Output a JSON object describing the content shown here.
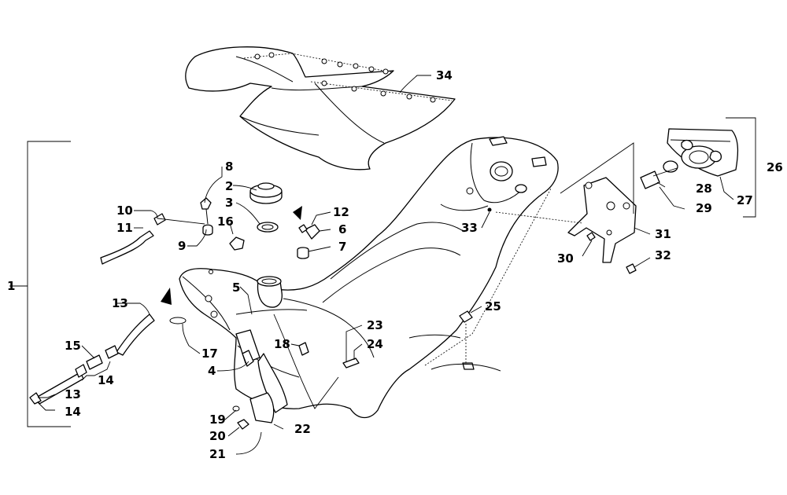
{
  "callouts": [
    {
      "id": "c1",
      "label": "1"
    },
    {
      "id": "c2",
      "label": "2"
    },
    {
      "id": "c3",
      "label": "3"
    },
    {
      "id": "c4",
      "label": "4"
    },
    {
      "id": "c5",
      "label": "5"
    },
    {
      "id": "c6",
      "label": "6"
    },
    {
      "id": "c7",
      "label": "7"
    },
    {
      "id": "c8",
      "label": "8"
    },
    {
      "id": "c9",
      "label": "9"
    },
    {
      "id": "c10",
      "label": "10"
    },
    {
      "id": "c11",
      "label": "11"
    },
    {
      "id": "c12",
      "label": "12"
    },
    {
      "id": "c13a",
      "label": "13"
    },
    {
      "id": "c13b",
      "label": "13"
    },
    {
      "id": "c14a",
      "label": "14"
    },
    {
      "id": "c14b",
      "label": "14"
    },
    {
      "id": "c15",
      "label": "15"
    },
    {
      "id": "c16",
      "label": "16"
    },
    {
      "id": "c17",
      "label": "17"
    },
    {
      "id": "c18",
      "label": "18"
    },
    {
      "id": "c19",
      "label": "19"
    },
    {
      "id": "c20",
      "label": "20"
    },
    {
      "id": "c21",
      "label": "21"
    },
    {
      "id": "c22",
      "label": "22"
    },
    {
      "id": "c23",
      "label": "23"
    },
    {
      "id": "c24",
      "label": "24"
    },
    {
      "id": "c25",
      "label": "25"
    },
    {
      "id": "c26",
      "label": "26"
    },
    {
      "id": "c27",
      "label": "27"
    },
    {
      "id": "c28",
      "label": "28"
    },
    {
      "id": "c29",
      "label": "29"
    },
    {
      "id": "c30",
      "label": "30"
    },
    {
      "id": "c31",
      "label": "31"
    },
    {
      "id": "c32",
      "label": "32"
    },
    {
      "id": "c33",
      "label": "33"
    },
    {
      "id": "c34",
      "label": "34"
    }
  ]
}
